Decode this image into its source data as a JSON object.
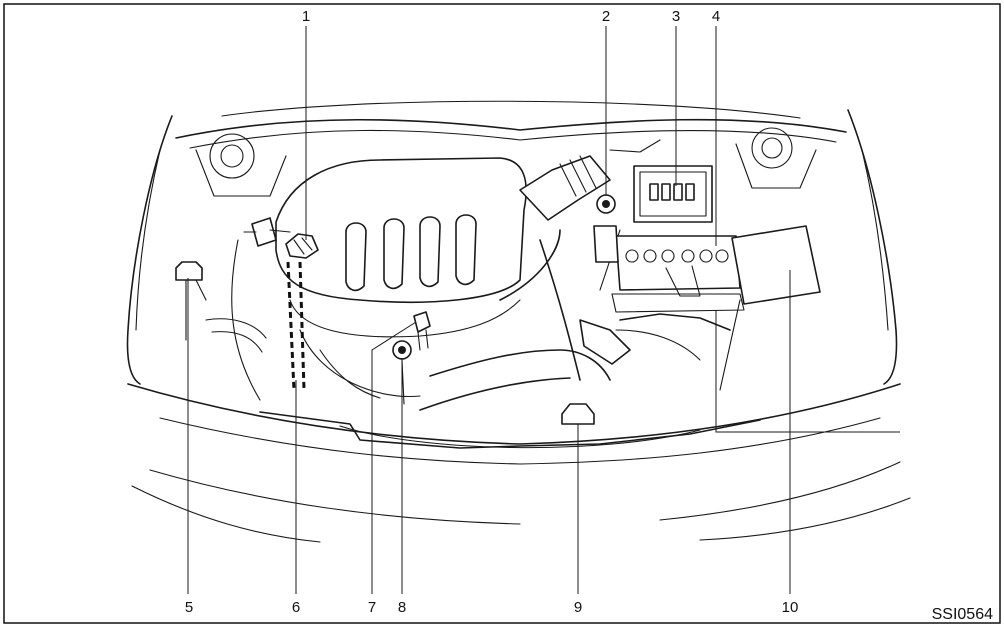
{
  "labels": {
    "1": "1",
    "2": "2",
    "3": "3",
    "4": "4",
    "5": "5",
    "6": "6",
    "7": "7",
    "8": "8",
    "9": "9",
    "10": "10"
  },
  "figure_code": "SSI0564",
  "colors": {
    "ink": "#1a1a1a",
    "paper": "#ffffff"
  }
}
